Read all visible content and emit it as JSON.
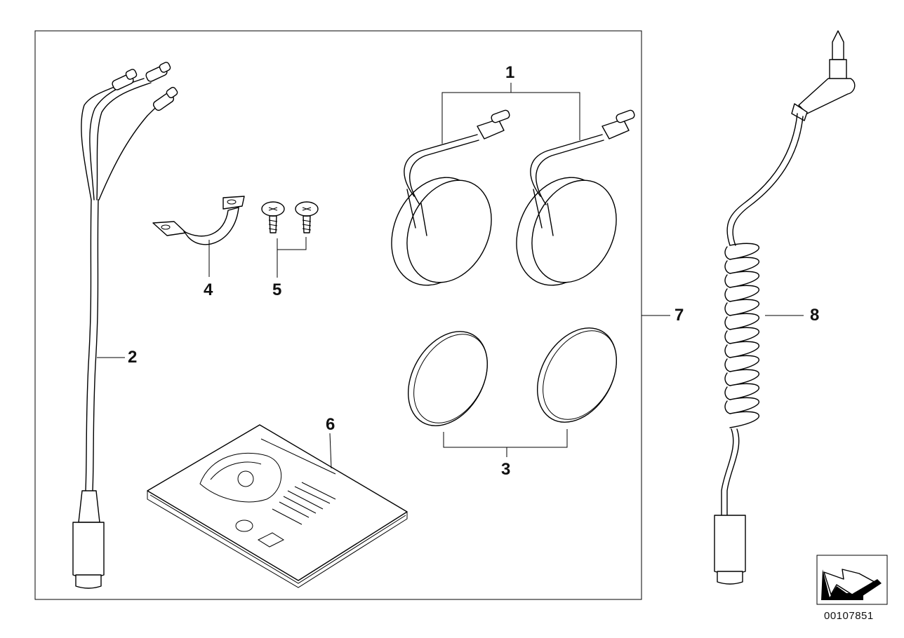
{
  "callouts": {
    "c1": "1",
    "c2": "2",
    "c3": "3",
    "c4": "4",
    "c5": "5",
    "c6": "6",
    "c7": "7",
    "c8": "8"
  },
  "document_number": "00107851",
  "nav_icon": "direction-arrow-icon"
}
